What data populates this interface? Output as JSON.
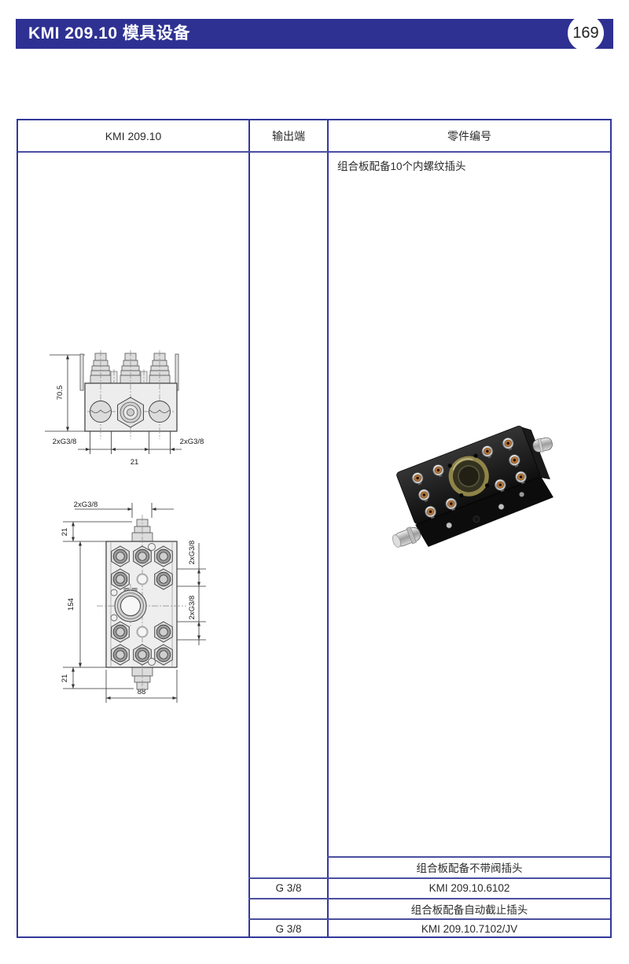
{
  "page": {
    "number": "169"
  },
  "header": {
    "title": "KMI 209.10 模具设备"
  },
  "table": {
    "columns": {
      "col1": "KMI 209.10",
      "col2": "输出端",
      "col3": "零件编号"
    },
    "description": "组合板配备10个内螺纹插头",
    "rows": [
      {
        "output": "",
        "part": "组合板配备不带阀插头"
      },
      {
        "output": "G 3/8",
        "part": "KMI 209.10.6102"
      },
      {
        "output": "",
        "part": "组合板配备自动截止插头"
      },
      {
        "output": "G 3/8",
        "part": "KMI 209.10.7102/JV"
      }
    ]
  },
  "drawings": {
    "front_view": {
      "height": "70.5",
      "ports_left": "2xG3/8",
      "ports_right": "2xG3/8",
      "spacing": "21"
    },
    "top_view": {
      "ports_top": "2xG3/8",
      "offset_top": "21",
      "length": "154",
      "offset_bottom": "21",
      "width": "88",
      "ports_right_upper": "2xG3/8",
      "ports_right_lower": "2xG3/8"
    }
  },
  "colors": {
    "accent": "#2e3192",
    "table_border": "#33389b"
  }
}
